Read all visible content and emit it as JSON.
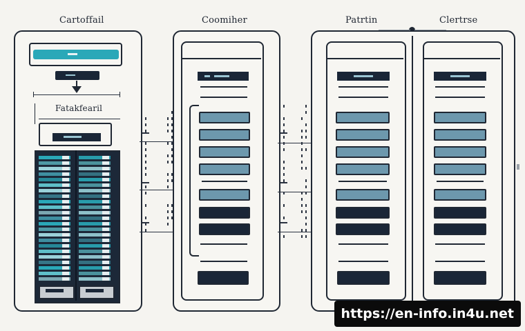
{
  "columns": {
    "first": {
      "title": "Cartoffail",
      "subtitle": "Fatakfearil"
    },
    "second": {
      "title": "Coomiher"
    },
    "third": {
      "title": "Patrtin"
    },
    "fourth": {
      "title": "Clertrse"
    }
  },
  "watermark": {
    "text": "https://en-info.in4u.net"
  },
  "colors": {
    "ink": "#1f2733",
    "slot_light": "#6d98ad",
    "slot_dark": "#1a2637",
    "accent_teal": "#2aa8b8",
    "background": "#f5f4f0"
  },
  "icons": [
    "down-arrow-icon",
    "connector-dot-icon"
  ]
}
